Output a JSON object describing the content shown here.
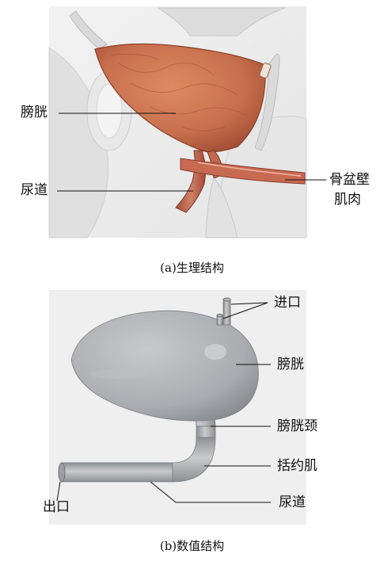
{
  "panel_a": {
    "labels": {
      "bladder": "膀胱",
      "urethra": "尿道",
      "pelvic_muscle_line1": "骨盆壁",
      "pelvic_muscle_line2": "肌肉"
    },
    "caption": "(a)生理结构"
  },
  "panel_b": {
    "labels": {
      "inlet": "进口",
      "bladder": "膀胱",
      "bladder_neck": "膀胱颈",
      "sphincter": "括约肌",
      "urethra": "尿道",
      "outlet": "出口"
    },
    "caption": "(b)数值结构"
  },
  "colors": {
    "bladder_tissue": "#c8704e",
    "model_gray": "#a9acb0",
    "background_panel": "#eeeeee"
  }
}
